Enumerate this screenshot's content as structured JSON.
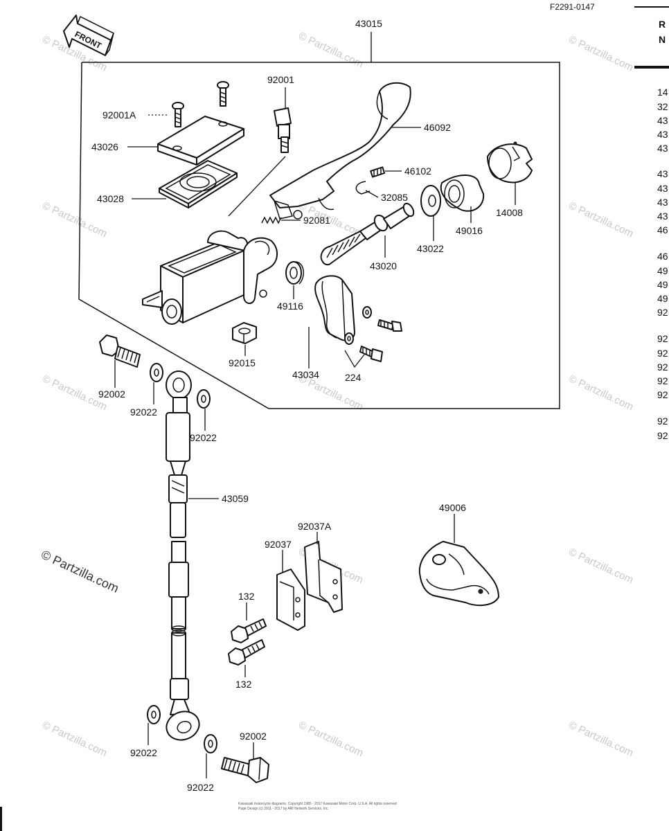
{
  "diagram_ref": "F2291-0147",
  "front_arrow_label": "FRONT",
  "watermark_text": "© Partzilla.com",
  "watermark_main": "© Partzilla.com",
  "footer_line1": "Kawasaki motorcycle diagrams. Copyright 1985 - 2017 Kawasaki Motor Corp. U.S.A.  All rights reserved",
  "footer_line2": "Page Design (c) 2011 - 2017 by ARI Network Services, Inc.",
  "right_column_header": [
    "R",
    "N"
  ],
  "right_column_fragments": [
    "14",
    "32",
    "43",
    "43",
    "43",
    "43",
    "43",
    "43",
    "43",
    "46",
    "46",
    "49",
    "49",
    "49",
    "92",
    "92",
    "92",
    "92",
    "92",
    "92",
    "92",
    "92"
  ],
  "callouts": {
    "c43015": "43015",
    "c92001": "92001",
    "c92001A": "92001A",
    "c46092": "46092",
    "c43026": "43026",
    "c46102": "46102",
    "c43028": "43028",
    "c32085": "32085",
    "c14008": "14008",
    "c92081": "92081",
    "c49016": "49016",
    "c43022": "43022",
    "c43020": "43020",
    "c49116": "49116",
    "c92015": "92015",
    "c43034": "43034",
    "c224": "224",
    "c92002a": "92002",
    "c92022a": "92022",
    "c92022b": "92022",
    "c43059": "43059",
    "c49006": "49006",
    "c92037A": "92037A",
    "c92037": "92037",
    "c132a": "132",
    "c132b": "132",
    "c92002b": "92002",
    "c92022c": "92022",
    "c92022d": "92022"
  }
}
